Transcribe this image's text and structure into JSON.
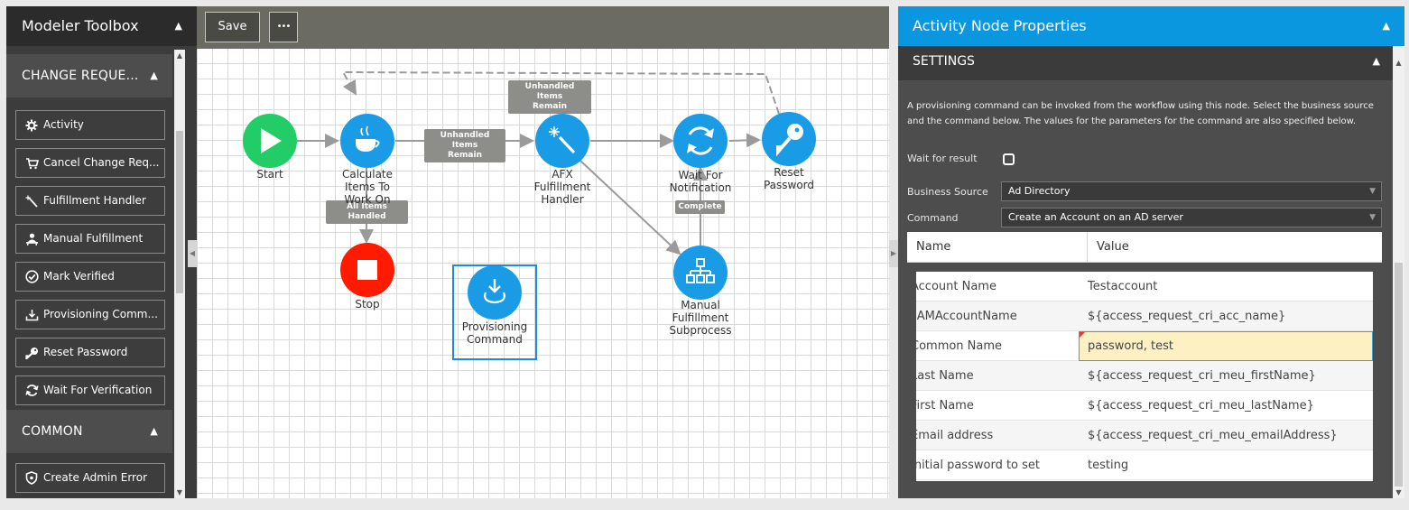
{
  "toolbox": {
    "title": "Modeler Toolbox",
    "sections": [
      {
        "title": "CHANGE REQUE...",
        "items": [
          {
            "label": "Activity",
            "icon": "gear-icon"
          },
          {
            "label": "Cancel Change Req...",
            "icon": "cart-icon"
          },
          {
            "label": "Fulfillment Handler",
            "icon": "wand-icon"
          },
          {
            "label": "Manual Fulfillment",
            "icon": "person-desk-icon"
          },
          {
            "label": "Mark Verified",
            "icon": "check-circle-icon"
          },
          {
            "label": "Provisioning Comm...",
            "icon": "download-tray-icon"
          },
          {
            "label": "Reset Password",
            "icon": "key-icon"
          },
          {
            "label": "Wait For Verification",
            "icon": "refresh-icon"
          }
        ]
      },
      {
        "title": "COMMON",
        "items": [
          {
            "label": "Create Admin Error",
            "icon": "shield-icon"
          }
        ]
      }
    ]
  },
  "canvas_toolbar": {
    "save_label": "Save",
    "more_label": "•••"
  },
  "workflow": {
    "nodes": [
      {
        "id": "start",
        "label": "Start",
        "color": "#22cc66",
        "icon": "play-icon"
      },
      {
        "id": "calc",
        "label_lines": [
          "Calculate",
          "Items To",
          "Work On"
        ],
        "color": "#1a9be6",
        "icon": "coffee-cup-icon"
      },
      {
        "id": "stop",
        "label": "Stop",
        "color": "#ff1a00",
        "icon": "stop-square-icon"
      },
      {
        "id": "afx",
        "label_lines": [
          "AFX",
          "Fulfillment",
          "Handler"
        ],
        "color": "#1a9be6",
        "icon": "magic-wand-icon"
      },
      {
        "id": "prov",
        "label_lines": [
          "Provisioning",
          "Command"
        ],
        "color": "#1a9be6",
        "icon": "download-tray-icon"
      },
      {
        "id": "wait",
        "label_lines": [
          "Wait For",
          "Notification"
        ],
        "color": "#1a9be6",
        "icon": "refresh-icon"
      },
      {
        "id": "reset",
        "label_lines": [
          "Reset",
          "Password"
        ],
        "color": "#1a9be6",
        "icon": "key-icon"
      },
      {
        "id": "manual",
        "label_lines": [
          "Manual",
          "Fulfillment",
          "Subprocess"
        ],
        "color": "#1a9be6",
        "icon": "hierarchy-icon"
      }
    ],
    "edge_labels": {
      "top": [
        "Unhandled Items",
        "Remain"
      ],
      "mid": [
        "Unhandled Items",
        "Remain"
      ],
      "all_handled": "All Items Handled",
      "complete": "Complete"
    }
  },
  "properties": {
    "title": "Activity Node Properties",
    "settings_title": "SETTINGS",
    "description": "A provisioning command can be invoked from the workflow using this node. Select the business source and the command below. The values for the parameters for the command are also specified below.",
    "wait_for_result_label": "Wait for result",
    "wait_for_result_checked": false,
    "business_source_label": "Business Source",
    "business_source_value": "Ad Directory",
    "command_label": "Command",
    "command_value": "Create an Account on an AD server",
    "table": {
      "headers": [
        "Name",
        "Value"
      ],
      "rows": [
        {
          "name": "Account Name",
          "value": "Testaccount"
        },
        {
          "name": "sAMAccountName",
          "value": "${access_request_cri_acc_name}"
        },
        {
          "name": "Common Name",
          "value": "password, test",
          "editing": true
        },
        {
          "name": "Last Name",
          "value": "${access_request_cri_meu_firstName}"
        },
        {
          "name": "First Name",
          "value": "${access_request_cri_meu_lastName}"
        },
        {
          "name": "Email address",
          "value": "${access_request_cri_meu_emailAddress}"
        },
        {
          "name": "Initial password to set",
          "value": "testing"
        }
      ]
    }
  }
}
